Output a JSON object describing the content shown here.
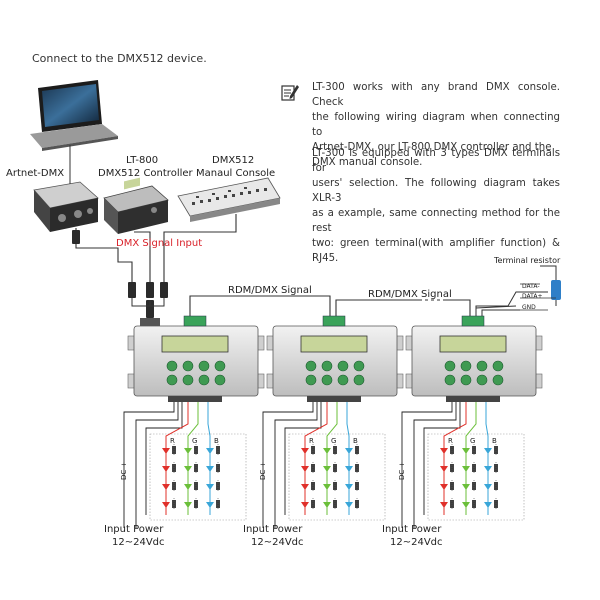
{
  "heading": "Connect to the DMX512 device.",
  "note": {
    "icon": "note-pencil-icon",
    "paragraph1_lines": [
      "LT-300 works with any brand DMX console. Check",
      "the following wiring diagram when connecting to",
      "Artnet-DMX, our LT-800 DMX controller and the",
      "DMX manual console."
    ],
    "paragraph2_lines": [
      "LT-300 is equipped with 3 types DMX terminals for",
      "users' selection. The following diagram takes XLR-3",
      "as a example, same connecting method for the rest",
      "two: green terminal(with amplifier function) & RJ45."
    ]
  },
  "devices": {
    "artnet": "Artnet-DMX",
    "lt800_line1": "LT-800",
    "lt800_line2": "DMX512 Controller",
    "console_line1": "DMX512",
    "console_line2": "Manaul Console"
  },
  "signal_input": "DMX Signal Input",
  "rdm_signal": "RDM/DMX Signal",
  "terminal_resistor": "Terminal resistor",
  "terminal_pins": [
    "DATA-",
    "DATA+",
    "GND"
  ],
  "input_power": "Input Power",
  "input_voltage": "12~24Vdc",
  "dc_plus": "DC +",
  "rgb_labels": [
    "R",
    "G",
    "B"
  ],
  "colors": {
    "red_wire": "#e0302a",
    "green_wire": "#6bbf3a",
    "blue_wire": "#39a6d8",
    "signal_text": "#d9222a",
    "button_green": "#3f9a52",
    "lcd": "#c7d59a",
    "terminal_green": "#3aa35a"
  }
}
